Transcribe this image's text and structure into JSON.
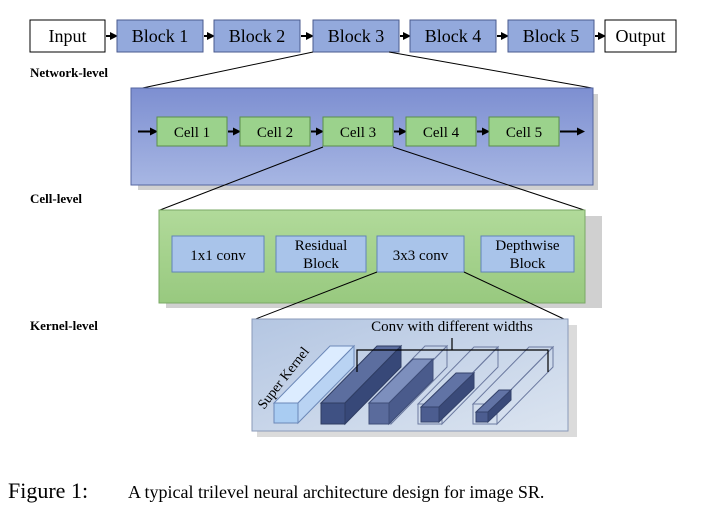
{
  "network": {
    "input": "Input",
    "blocks": [
      "Block 1",
      "Block 2",
      "Block 3",
      "Block 4",
      "Block 5"
    ],
    "output": "Output",
    "level_label": "Network-level"
  },
  "cell": {
    "cells": [
      "Cell 1",
      "Cell 2",
      "Cell 3",
      "Cell 4",
      "Cell 5"
    ],
    "level_label": "Cell-level"
  },
  "ops": {
    "items": [
      {
        "lines": [
          "1x1 conv"
        ]
      },
      {
        "lines": [
          "Residual",
          "Block"
        ]
      },
      {
        "lines": [
          "3x3 conv"
        ]
      },
      {
        "lines": [
          "Depthwise",
          "Block"
        ]
      }
    ]
  },
  "kernel": {
    "level_label": "Kernel-level",
    "super_kernel": "Super Kernel",
    "widths_label": "Conv with different widths"
  },
  "caption": {
    "figure": "Figure 1:",
    "text": "A typical trilevel neural architecture design for image SR."
  },
  "colors": {
    "block_fill": "#93a9dc",
    "panel_blue": "#8d9fd8",
    "cell_fill": "#9bd28c",
    "panel_green": "#a3d08a",
    "op_fill": "#a9c4ea",
    "kernel_panel": "#c2d2e8",
    "dark_cube": "#3f5183"
  }
}
